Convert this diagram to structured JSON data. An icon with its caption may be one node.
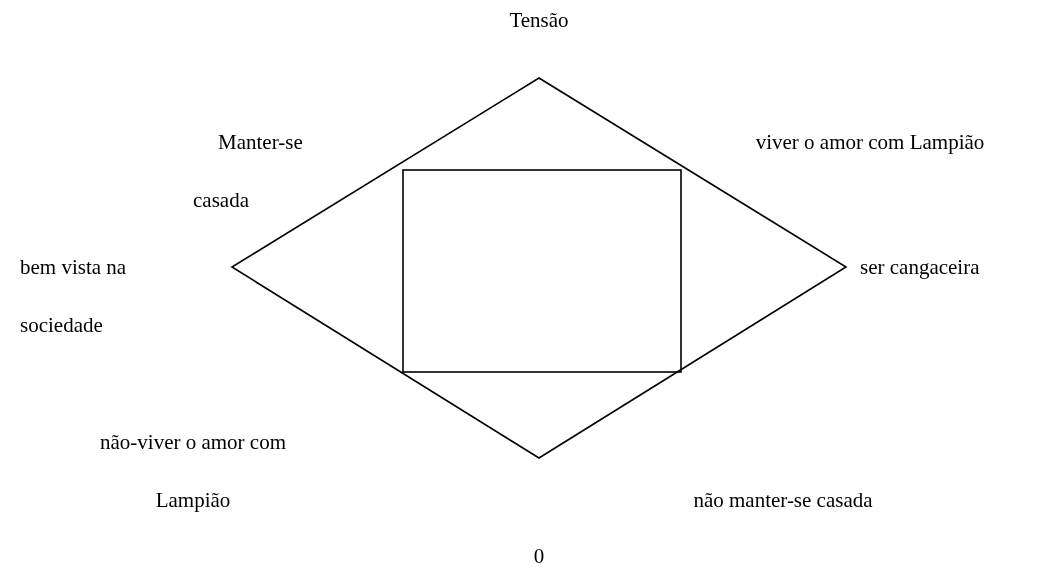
{
  "diagram": {
    "labels": [
      "Tensão",
      "Manter-se casada",
      "viver o amor com Lampião",
      "bem vista na sociedade",
      "ser cangaceira",
      "não-viver o amor com Lampião",
      "não manter-se casada",
      "0"
    ]
  }
}
